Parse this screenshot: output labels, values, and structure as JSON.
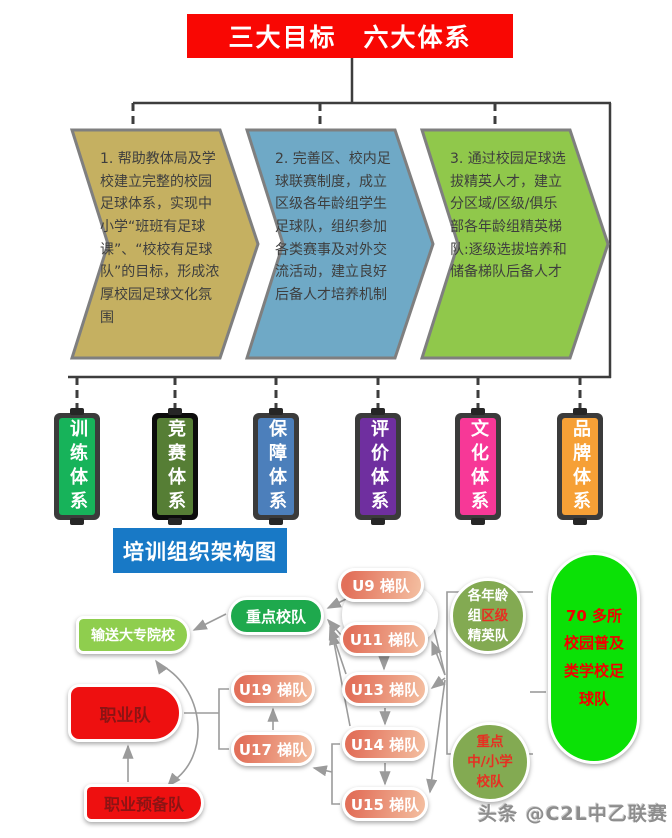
{
  "banner": {
    "title": "三大目标　六大体系",
    "bg": "#f90703"
  },
  "goals": {
    "items": [
      {
        "text": "1. 帮助教体局及学校建立完整的校园足球体系，实现中小学“班班有足球课”、“校校有足球队”的目标，形成浓厚校园足球文化氛围",
        "color": "#c5b061"
      },
      {
        "text": "2. 完善区、校内足球联赛制度，成立区级各年龄组学生足球队，组织参加各类赛事及对外交流活动，建立良好后备人才培养机制",
        "color": "#6fa9c6"
      },
      {
        "text": "3. 通过校园足球选拔精英人才，建立分区域/区级/俱乐部各年龄组精英梯队:逐级选拔培养和储备梯队后备人才",
        "color": "#90c84b"
      }
    ]
  },
  "systems": {
    "items": [
      {
        "label": "训练体系",
        "color": "#17b35a",
        "frame": "#3b3b3b"
      },
      {
        "label": "竞赛体系",
        "color": "#567e35",
        "frame": "#0c0c0c"
      },
      {
        "label": "保障体系",
        "color": "#4c7fbb",
        "frame": "#3b3b3b"
      },
      {
        "label": "评价体系",
        "color": "#6f2f9f",
        "frame": "#3b3b3b"
      },
      {
        "label": "文化体系",
        "color": "#f73897",
        "frame": "#3b3b3b"
      },
      {
        "label": "品牌体系",
        "color": "#f6a036",
        "frame": "#3b3b3b"
      }
    ]
  },
  "org_chart": {
    "title": "培训组织架构图",
    "title_bg": "#1879c6",
    "nodes": {
      "u9": "U9 梯队",
      "u11": "U11 梯队",
      "u13": "U13 梯队",
      "u14": "U14 梯队",
      "u15": "U15 梯队",
      "u17": "U17 梯队",
      "u19": "U19 梯队",
      "key_school_team": "重点校队",
      "college_transfer": "输送大专院校",
      "pro_team": "职业队",
      "pro_reserve_team": "职业预备队",
      "elite_team_line1": "各年龄",
      "elite_team_line2a": "组",
      "elite_team_line2b": "区级",
      "elite_team_line3": "精英队",
      "key_schools_line1": "重点",
      "key_schools_line2": "中/小学",
      "key_schools_line3": "校队",
      "campus_teams": "70 多所校园普及类学校足球队"
    },
    "colors": {
      "pill_gradient_start": "#e2705a",
      "pill_gradient_end": "#f3bb9d",
      "key_school_green": "#1ea94d",
      "college_light_green": "#8fce4e",
      "pro_red": "#ee1010",
      "circle_olive_green": "#83aa52",
      "campus_bright_green": "#0be106",
      "arrow_gray": "#9b9b9b"
    }
  },
  "watermark": "头条 @C2L中乙联赛"
}
